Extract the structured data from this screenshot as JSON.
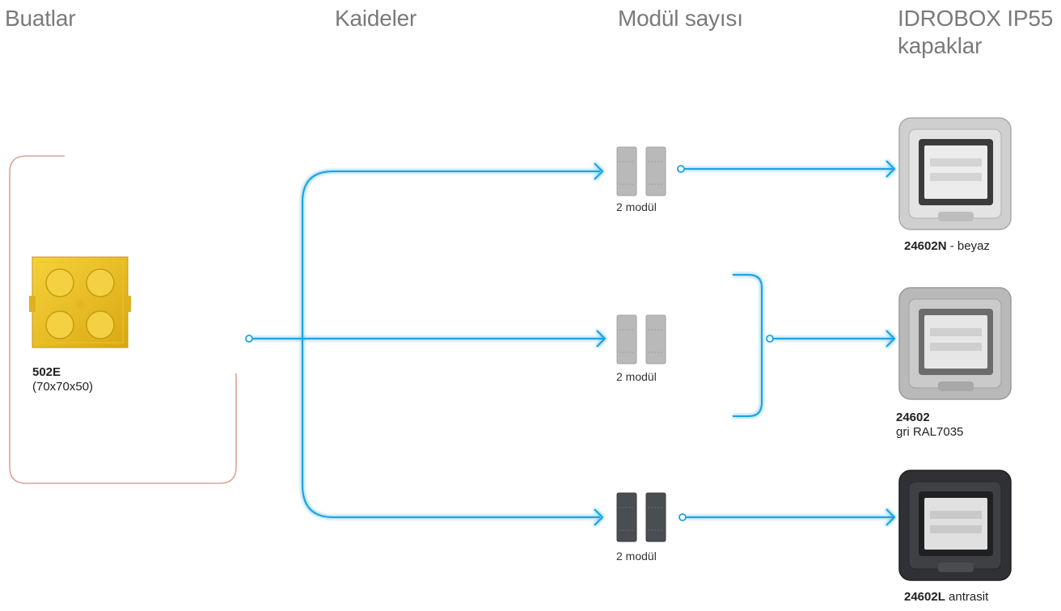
{
  "headers": {
    "buatlar": "Buatlar",
    "kaideler": "Kaideler",
    "modul_sayisi": "Modül sayısı",
    "kapaklar_line1": "IDROBOX IP55",
    "kapaklar_line2": "kapaklar"
  },
  "box": {
    "code": "502E",
    "dims": "(70x70x50)"
  },
  "modules": [
    {
      "label": "2 modül",
      "color": "#b9b9b9"
    },
    {
      "label": "2 modül",
      "color": "#b9b9b9"
    },
    {
      "label": "2 modül",
      "color": "#4a4d52"
    }
  ],
  "covers": [
    {
      "code": "24602N",
      "sep": " - ",
      "desc": "beyaz",
      "frame": "#c9c9c9",
      "dark": false
    },
    {
      "code": "24602",
      "desc": "gri RAL7035",
      "frame": "#bdbdbd",
      "dark": false
    },
    {
      "code": "24602L",
      "desc": "antrasit",
      "frame": "#2f3134",
      "dark": true
    }
  ],
  "colors": {
    "flow_line": "#1aa3e0",
    "bracket": "#d9a596"
  }
}
